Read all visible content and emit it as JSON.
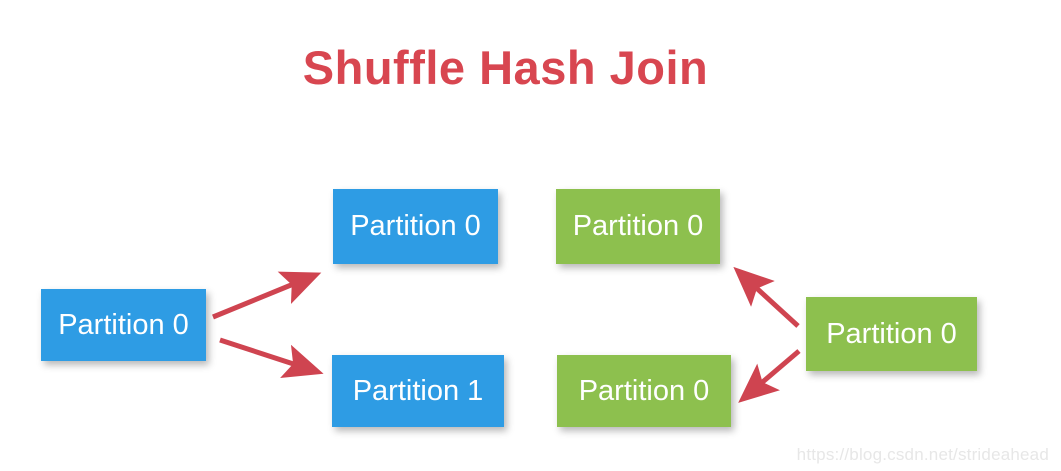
{
  "title": "Shuffle Hash Join",
  "watermark": "https://blog.csdn.net/strideahead",
  "colors": {
    "title_red": "#d84650",
    "arrow_red": "#cf4450",
    "blue_box": "#2e9ce4",
    "green_box": "#8dc04e",
    "box_text": "#ffffff",
    "watermark_gray": "#e7e7e7",
    "background": "#ffffff"
  },
  "nodes": [
    {
      "id": "left-blue",
      "label": "Partition 0",
      "color": "blue",
      "role": "left table source partition"
    },
    {
      "id": "mid-top-blue",
      "label": "Partition 0",
      "color": "blue",
      "role": "shuffled left partition 0"
    },
    {
      "id": "mid-bottom-blue",
      "label": "Partition 1",
      "color": "blue",
      "role": "shuffled left partition 1"
    },
    {
      "id": "mid-top-green",
      "label": "Partition 0",
      "color": "green",
      "role": "shuffled right partition (top)"
    },
    {
      "id": "mid-bottom-green",
      "label": "Partition 0",
      "color": "green",
      "role": "shuffled right partition (bottom)"
    },
    {
      "id": "right-green",
      "label": "Partition 0",
      "color": "green",
      "role": "right table source partition"
    }
  ],
  "arrows": [
    {
      "from": "left-blue",
      "to": "mid-top-blue"
    },
    {
      "from": "left-blue",
      "to": "mid-bottom-blue"
    },
    {
      "from": "right-green",
      "to": "mid-top-green"
    },
    {
      "from": "right-green",
      "to": "mid-bottom-green"
    }
  ]
}
